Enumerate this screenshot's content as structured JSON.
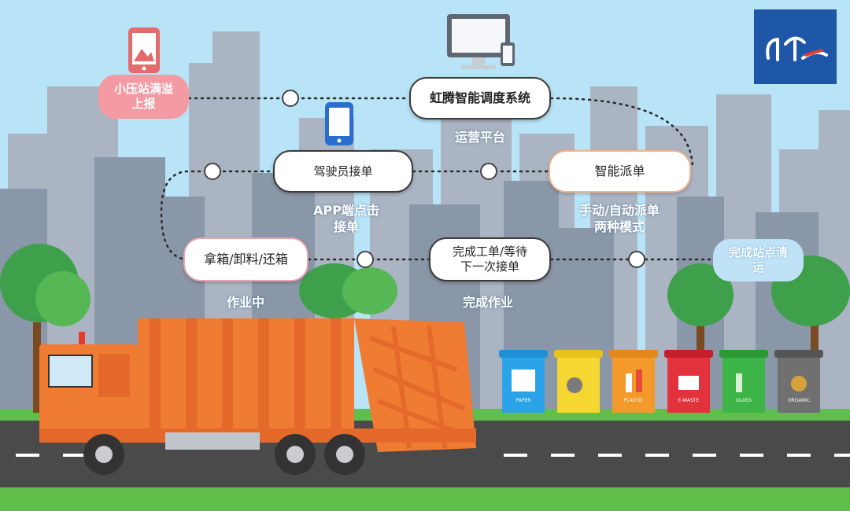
{
  "system": {
    "label": "虹腾智能调度系统",
    "caption": "运营平台"
  },
  "report": {
    "label": "小压站满溢\n上报"
  },
  "driver": {
    "label": "驾驶员接单",
    "caption": "APP端点击\n接单"
  },
  "dispatch": {
    "label": "智能派单",
    "caption": "手动/自动派单\n两种模式"
  },
  "working": {
    "label": "拿箱/卸料/还箱",
    "caption": "作业中"
  },
  "complete": {
    "label": "完成工单/等待\n下一次接单",
    "caption": "完成作业"
  },
  "cleaned": {
    "label": "完成站点清\n运"
  },
  "bins": [
    "PAPER",
    "",
    "PLASTIC",
    "E-WASTE",
    "GLASS",
    "ORGANIC"
  ],
  "colors": {
    "sky": "#b9e3f6",
    "building_dark": "#8a97a8",
    "building_light": "#aab4c2",
    "truck_orange": "#f07b32",
    "road": "#4a4a4a",
    "grass": "#5fbf4a",
    "logo_blue": "#1e56a8"
  }
}
